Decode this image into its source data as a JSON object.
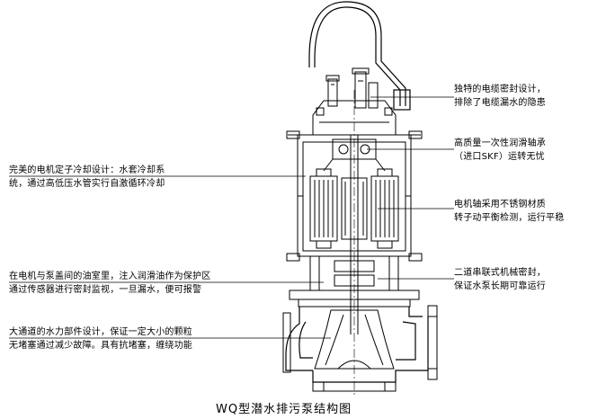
{
  "caption": "WQ型潜水排污泵结构图",
  "callouts": {
    "cable_seal": {
      "line1": "独特的电缆密封设计，",
      "line2": "排除了电缆漏水的隐患"
    },
    "bearing": {
      "line1": "高质量一次性润滑轴承",
      "line2": "（进口SKF）运转无忧"
    },
    "rotor": {
      "line1": "电机轴采用不锈钢材质",
      "line2": "转子动平衡检测，运行平稳"
    },
    "mech_seal": {
      "line1": "二道串联式机械密封，",
      "line2": "保证水泵长期可靠运行"
    },
    "motor_cooling": {
      "line1": "完美的电机定子冷却设计：水套冷却系",
      "line2": "统，通过高低压水管实行自激循环冷却"
    },
    "oil_chamber": {
      "line1": "在电机与泵盖间的油室里，注入润滑油作为保护区",
      "line2": "通过传感器进行密封监视，一旦漏水，便可报警"
    },
    "impeller_channel": {
      "line1": "大通道的水力部件设计，保证一定大小的颗粒",
      "line2": "无堵塞通过减少故障。具有抗堵塞，缠绕功能"
    }
  }
}
